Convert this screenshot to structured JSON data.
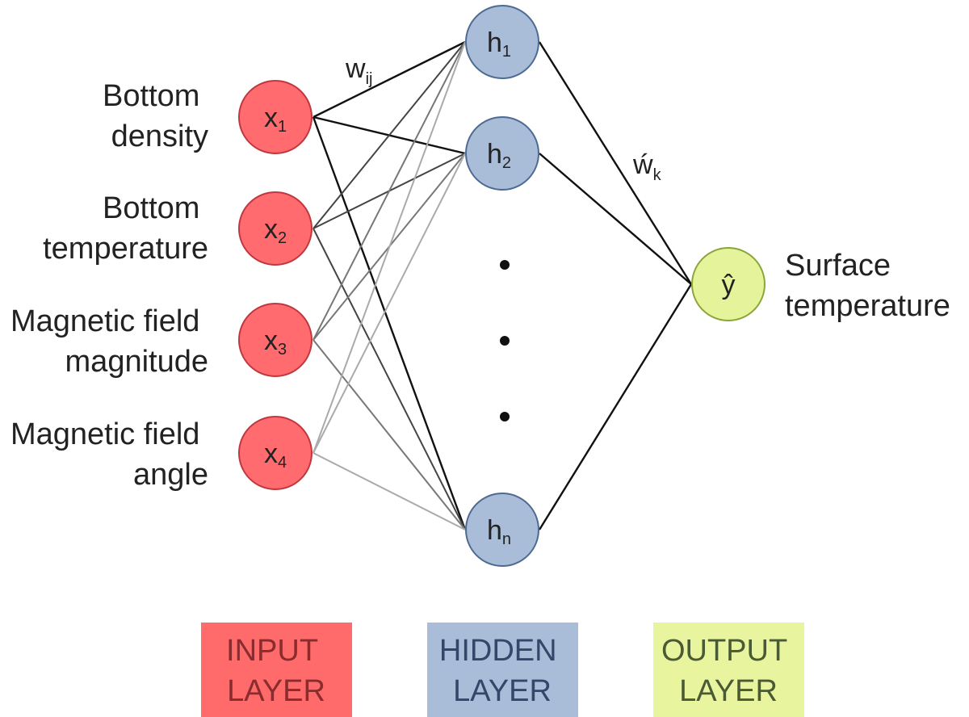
{
  "inputs": [
    {
      "symbol": "x",
      "subscript": "1",
      "label_lines": [
        "Bottom",
        "density"
      ]
    },
    {
      "symbol": "x",
      "subscript": "2",
      "label_lines": [
        "Bottom",
        "temperature"
      ]
    },
    {
      "symbol": "x",
      "subscript": "3",
      "label_lines": [
        "Magnetic field",
        "magnitude"
      ]
    },
    {
      "symbol": "x",
      "subscript": "4",
      "label_lines": [
        "Magnetic field",
        "angle"
      ]
    }
  ],
  "hidden": [
    {
      "symbol": "h",
      "subscript": "1"
    },
    {
      "symbol": "h",
      "subscript": "2"
    },
    {
      "symbol": "h",
      "subscript": "n"
    }
  ],
  "output": {
    "symbol": "ŷ",
    "label_lines": [
      "Surface",
      "temperature"
    ]
  },
  "weights": {
    "input_hidden": {
      "symbol": "w",
      "subscript": "ij"
    },
    "hidden_output": {
      "symbol": "ẃ",
      "subscript": "k"
    }
  },
  "legend": [
    {
      "layer": "input",
      "lines": [
        "INPUT",
        "LAYER"
      ]
    },
    {
      "layer": "hidden",
      "lines": [
        "HIDDEN",
        "LAYER"
      ]
    },
    {
      "layer": "output",
      "lines": [
        "OUTPUT",
        "LAYER"
      ]
    }
  ],
  "colors": {
    "input_fill": "#ff6b6e",
    "input_stroke": "#c0373f",
    "hidden_fill": "#a9bcd8",
    "hidden_stroke": "#4d6a92",
    "output_fill": "#e5f39a",
    "output_stroke": "#8aa63a",
    "legend_input": "#ff6b6b",
    "legend_hidden": "#a9bcd8",
    "legend_output": "#e8f49e",
    "legend_input_text": "#8a2b2e",
    "legend_hidden_text": "#34476a",
    "legend_output_text": "#4a5a34"
  }
}
